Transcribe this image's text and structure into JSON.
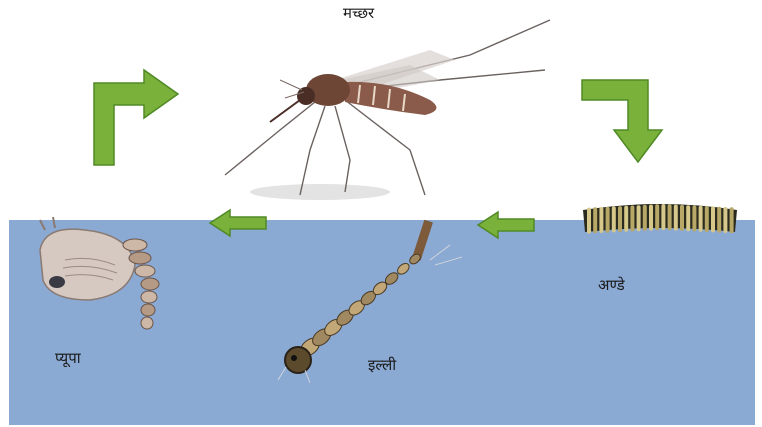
{
  "colors": {
    "water": "#8aa9d3",
    "arrow_fill": "#7ab13b",
    "arrow_stroke": "#4f8a26",
    "label_text": "#1a1a1a"
  },
  "stages": {
    "mosquito": {
      "label": "मच्छर",
      "icon": "mosquito-illustration"
    },
    "eggs": {
      "label": "अण्डे",
      "icon": "egg-raft-illustration"
    },
    "larva": {
      "label": "इल्ली",
      "icon": "larva-illustration"
    },
    "pupa": {
      "label": "प्यूपा",
      "icon": "pupa-illustration"
    }
  },
  "cycle_arrows": [
    {
      "from": "mosquito",
      "to": "eggs",
      "shape": "elbow-down"
    },
    {
      "from": "eggs",
      "to": "larva",
      "shape": "left"
    },
    {
      "from": "larva",
      "to": "pupa",
      "shape": "left"
    },
    {
      "from": "pupa",
      "to": "mosquito",
      "shape": "elbow-right"
    }
  ]
}
